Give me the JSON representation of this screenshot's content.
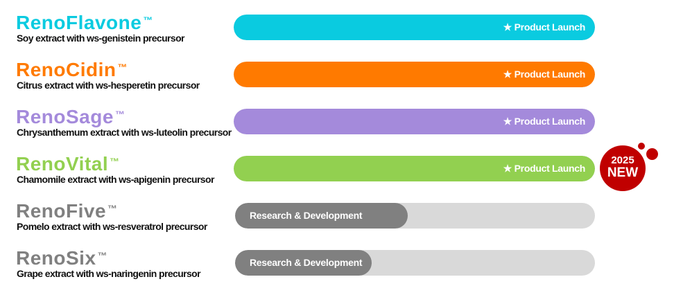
{
  "colors": {
    "launch_track": "#d9d9d9",
    "rd_fill": "#808080",
    "badge": "#c00000"
  },
  "products": [
    {
      "name": "RenoFlavone",
      "tm": "™",
      "desc": "Soy extract with ws-genistein precursor",
      "status": "★ Product Launch",
      "stage": "launch",
      "progress": 1.0,
      "color": "#0acbe0"
    },
    {
      "name": "RenoCidin",
      "tm": "™",
      "desc": "Citrus extract with ws-hesperetin precursor",
      "status": "★ Product Launch",
      "stage": "launch",
      "progress": 1.0,
      "color": "#ff7a00"
    },
    {
      "name": "RenoSage",
      "tm": "™",
      "desc": "Chrysanthemum extract with ws-luteolin precursor",
      "status": "★ Product Launch",
      "stage": "launch",
      "progress": 1.0,
      "color": "#a48adb"
    },
    {
      "name": "RenoVital",
      "tm": "™",
      "desc": "Chamomile extract with ws-apigenin precursor",
      "status": "★ Product Launch",
      "stage": "launch",
      "progress": 1.0,
      "color": "#92d050"
    },
    {
      "name": "RenoFive",
      "tm": "™",
      "desc": "Pomelo extract with ws-resveratrol precursor",
      "status": "Research & Development",
      "stage": "rd",
      "progress": 0.48,
      "color": "#808080"
    },
    {
      "name": "RenoSix",
      "tm": "™",
      "desc": "Grape extract with ws-naringenin precursor",
      "status": "Research & Development",
      "stage": "rd",
      "progress": 0.38,
      "color": "#808080"
    }
  ],
  "badge": {
    "year": "2025",
    "label": "NEW"
  }
}
